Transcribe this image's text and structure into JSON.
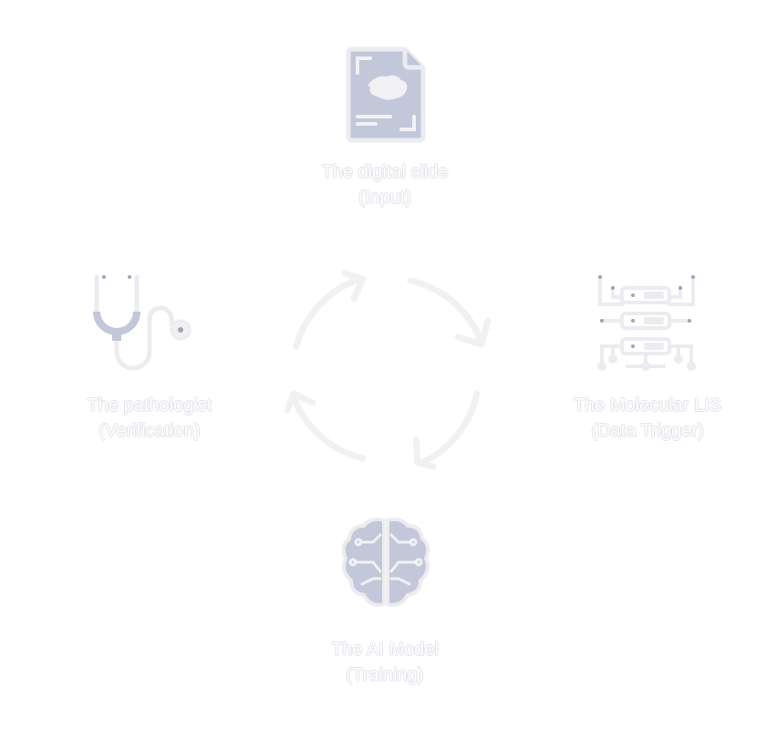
{
  "nodes": {
    "slide": {
      "title": "The digital slide",
      "subtitle": "(Input)",
      "icon": "digital-slide-icon"
    },
    "lis": {
      "title": "The Molecular LIS",
      "subtitle": "(Data Trigger)",
      "icon": "server-network-icon"
    },
    "model": {
      "title": "The AI Model",
      "subtitle": "(Training)",
      "icon": "brain-circuit-icon"
    },
    "pathologist": {
      "title": "The pathologist",
      "subtitle": "(Verification)",
      "icon": "stethoscope-icon"
    }
  },
  "colors": {
    "icon_fill": "#c2c7d9",
    "outline": "#ececf0",
    "text": "#ffffff"
  }
}
